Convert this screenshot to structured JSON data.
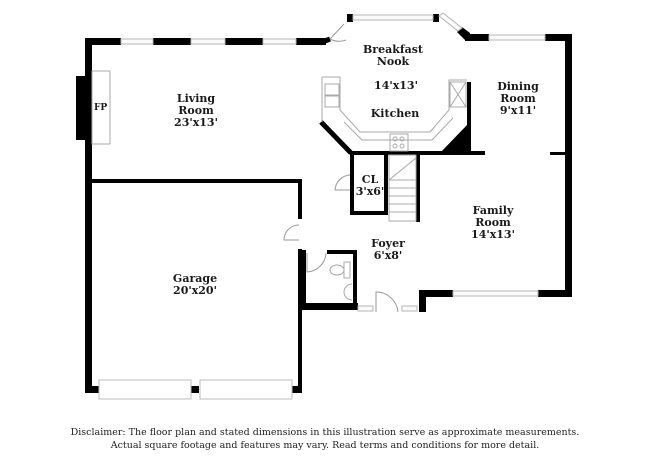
{
  "floor_plan": {
    "rooms": [
      {
        "name": "Living Room",
        "line1": "Living",
        "line2": "Room",
        "dimensions": "23'x13'"
      },
      {
        "name": "Breakfast Nook",
        "line1": "Breakfast",
        "line2": "Nook",
        "dimensions": "14'x13'"
      },
      {
        "name": "Kitchen",
        "line1": "Kitchen"
      },
      {
        "name": "Dining Room",
        "line1": "Dining",
        "line2": "Room",
        "dimensions": "9'x11'"
      },
      {
        "name": "CL",
        "line1": "CL",
        "dimensions": "3'x6'"
      },
      {
        "name": "Family Room",
        "line1": "Family",
        "line2": "Room",
        "dimensions": "14'x13'"
      },
      {
        "name": "Foyer",
        "line1": "Foyer",
        "dimensions": "6'x8'"
      },
      {
        "name": "Garage",
        "line1": "Garage",
        "dimensions": "20'x20'"
      }
    ],
    "fixtures": {
      "fireplace": "FP"
    }
  },
  "disclaimer": {
    "line1": "Disclaimer: The floor plan and stated dimensions in this illustration serve as approximate measurements.",
    "line2": "Actual square footage and features may vary. Read terms and conditions for more detail."
  }
}
